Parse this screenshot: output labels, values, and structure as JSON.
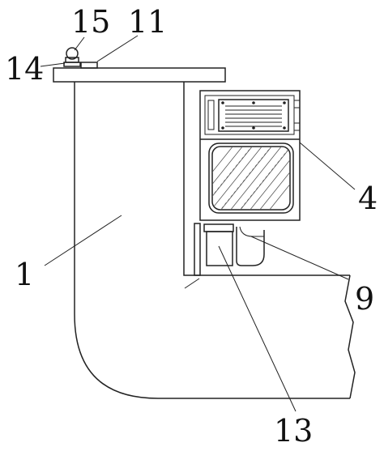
{
  "figure": {
    "callouts": [
      {
        "id": "c15",
        "label": "15"
      },
      {
        "id": "c11",
        "label": "11"
      },
      {
        "id": "c14",
        "label": "14"
      },
      {
        "id": "c4",
        "label": "4"
      },
      {
        "id": "c1",
        "label": "1"
      },
      {
        "id": "c9",
        "label": "9"
      },
      {
        "id": "c13",
        "label": "13"
      }
    ],
    "colors": {
      "line": "#222222",
      "background": "#ffffff"
    }
  }
}
